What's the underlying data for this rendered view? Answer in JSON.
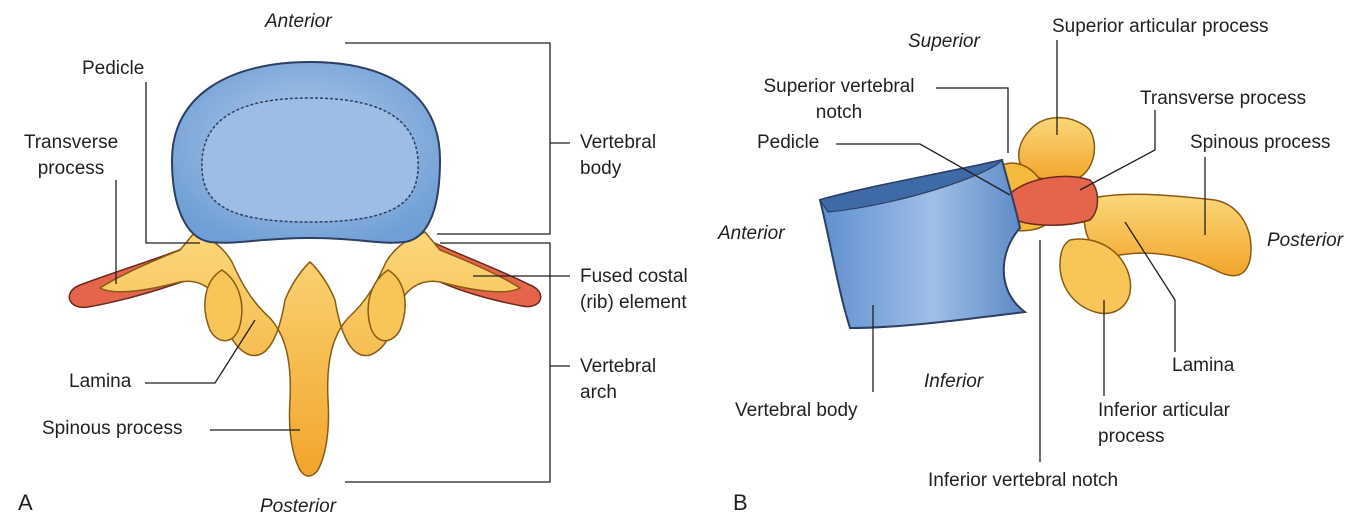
{
  "panel_a": {
    "letter": "A",
    "orientation": {
      "top": "Anterior",
      "bottom": "Posterior"
    },
    "labels": {
      "pedicle": "Pedicle",
      "transverse_process": [
        "Transverse",
        "process"
      ],
      "lamina": "Lamina",
      "spinous_process": "Spinous process",
      "vertebral_body": [
        "Vertebral",
        "body"
      ],
      "fused_costal": [
        "Fused costal",
        "(rib) element"
      ],
      "vertebral_arch": [
        "Vertebral",
        "arch"
      ]
    }
  },
  "panel_b": {
    "letter": "B",
    "orientation": {
      "superior": "Superior",
      "inferior": "Inferior",
      "anterior": "Anterior",
      "posterior": "Posterior"
    },
    "labels": {
      "superior_articular_process": "Superior articular process",
      "superior_vertebral_notch": [
        "Superior vertebral",
        "notch"
      ],
      "transverse_process": "Transverse process",
      "pedicle": "Pedicle",
      "spinous_process": "Spinous process",
      "vertebral_body": "Vertebral body",
      "lamina": "Lamina",
      "inferior_articular_process": [
        "Inferior articular",
        "process"
      ],
      "inferior_vertebral_notch": "Inferior vertebral notch"
    }
  },
  "colors": {
    "body_blue": "#6f9fd6",
    "body_blue_light": "#b5cdea",
    "body_outline": "#2d3f63",
    "arch_yellow": "#f6b93b",
    "arch_yellow_light": "#fbd77a",
    "costal_red": "#e5654c",
    "line": "#231f20"
  }
}
